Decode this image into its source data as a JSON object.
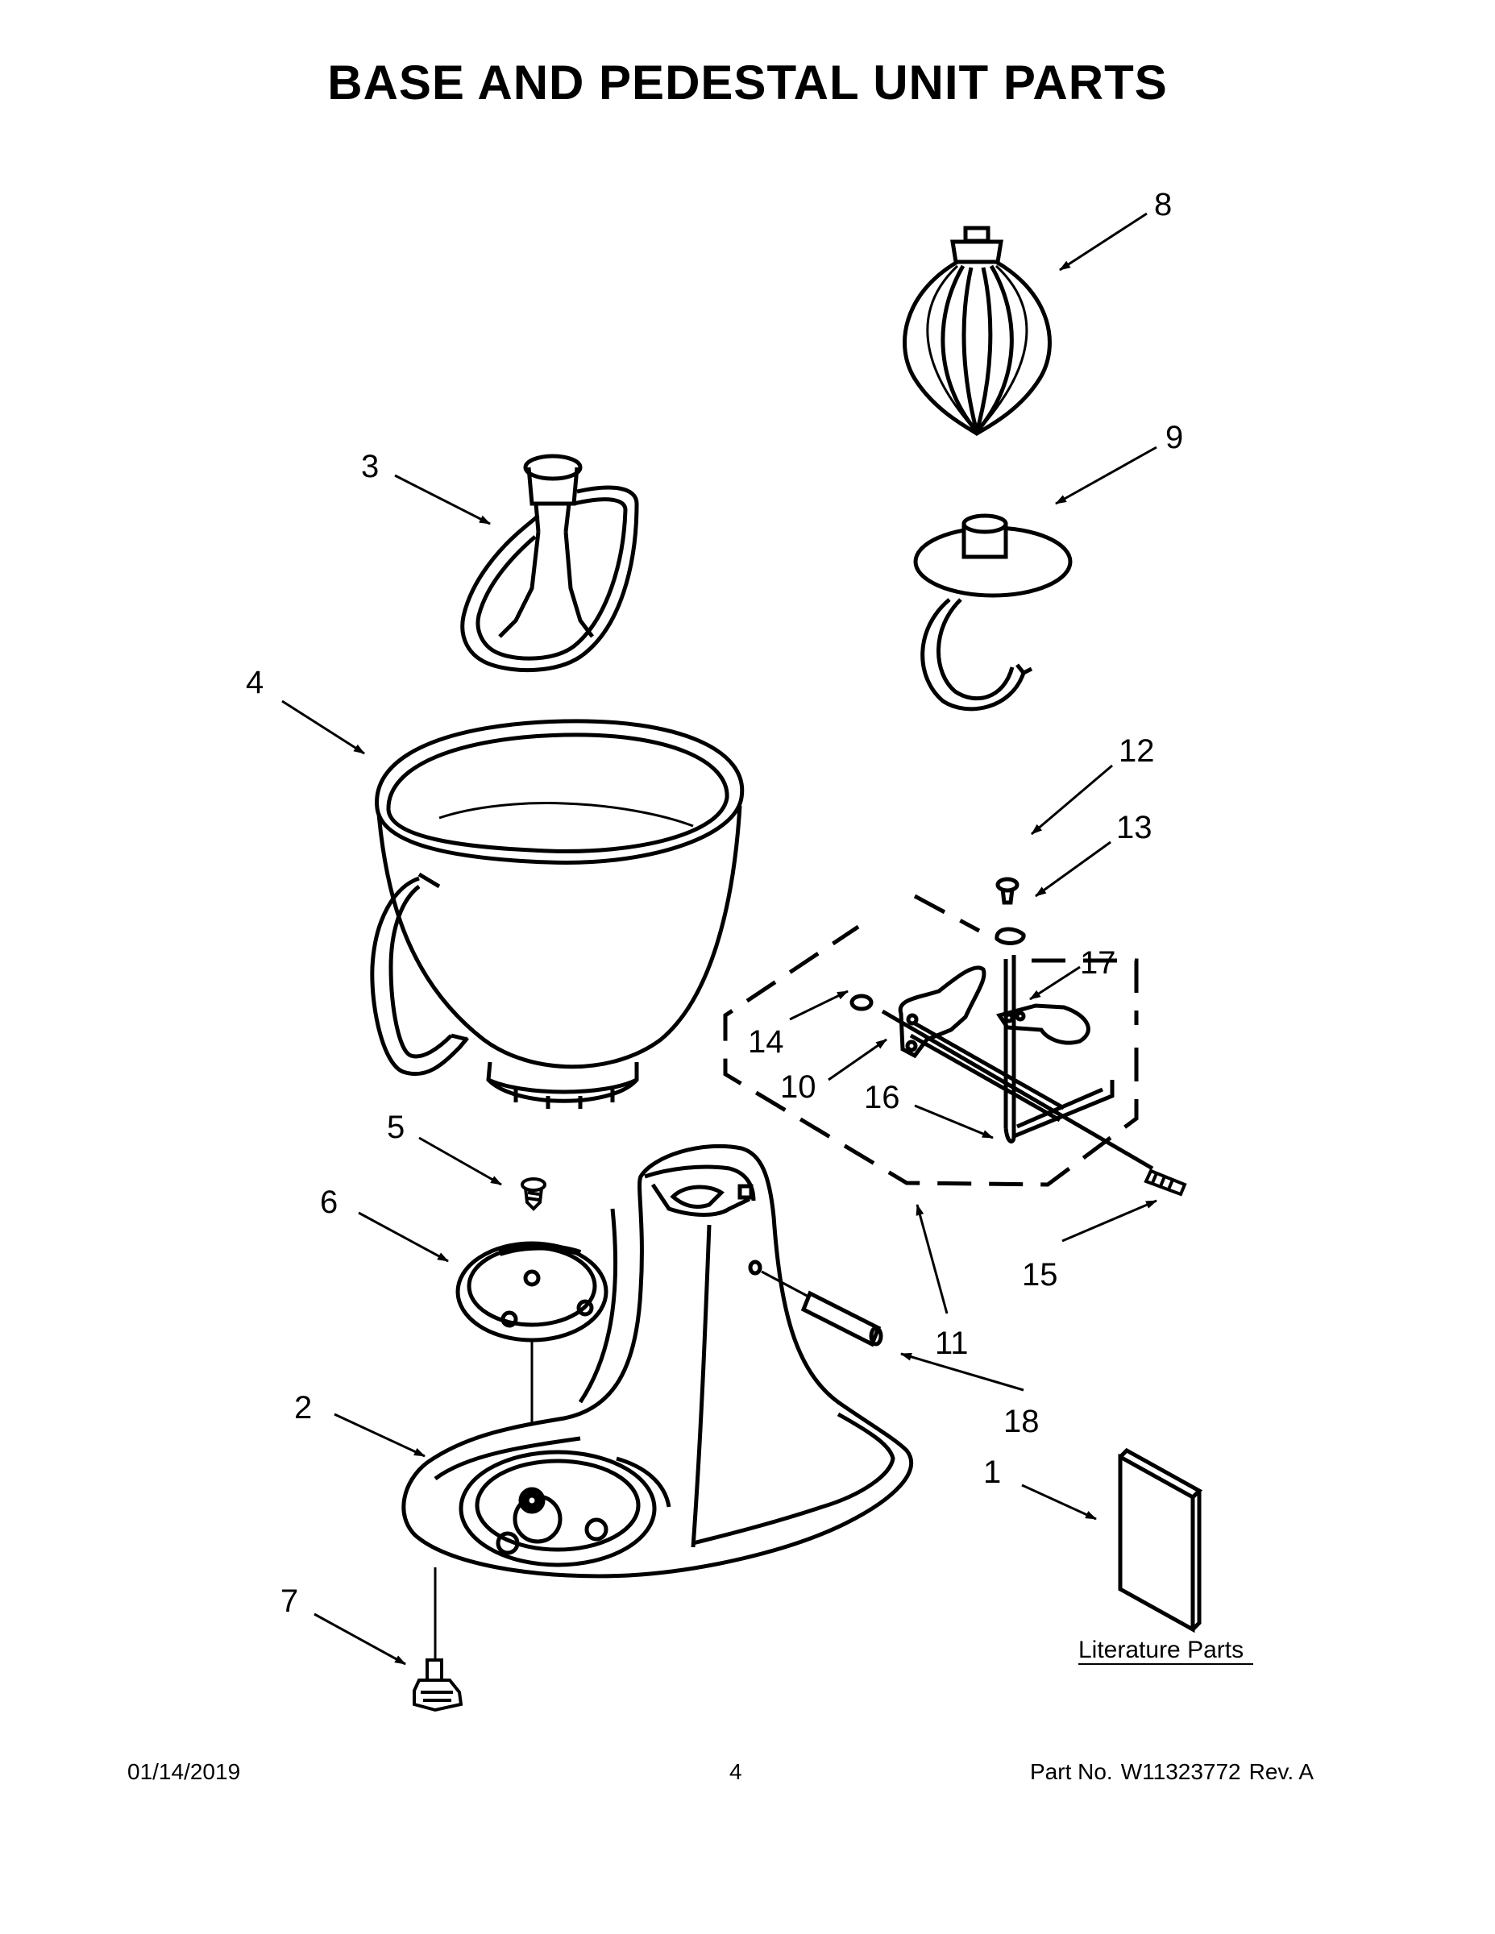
{
  "title": "BASE AND PEDESTAL UNIT PARTS",
  "callouts": {
    "c1": "1",
    "c2": "2",
    "c3": "3",
    "c4": "4",
    "c5": "5",
    "c6": "6",
    "c7": "7",
    "c8": "8",
    "c9": "9",
    "c10": "10",
    "c11": "11",
    "c12": "12",
    "c13": "13",
    "c14": "14",
    "c15": "15",
    "c16": "16",
    "c17": "17",
    "c18": "18"
  },
  "literature_label": "Literature Parts",
  "footer": {
    "date": "01/14/2019",
    "page": "4",
    "part_no_label": "Part No.",
    "part_no": "W11323772",
    "rev": "Rev. A"
  }
}
